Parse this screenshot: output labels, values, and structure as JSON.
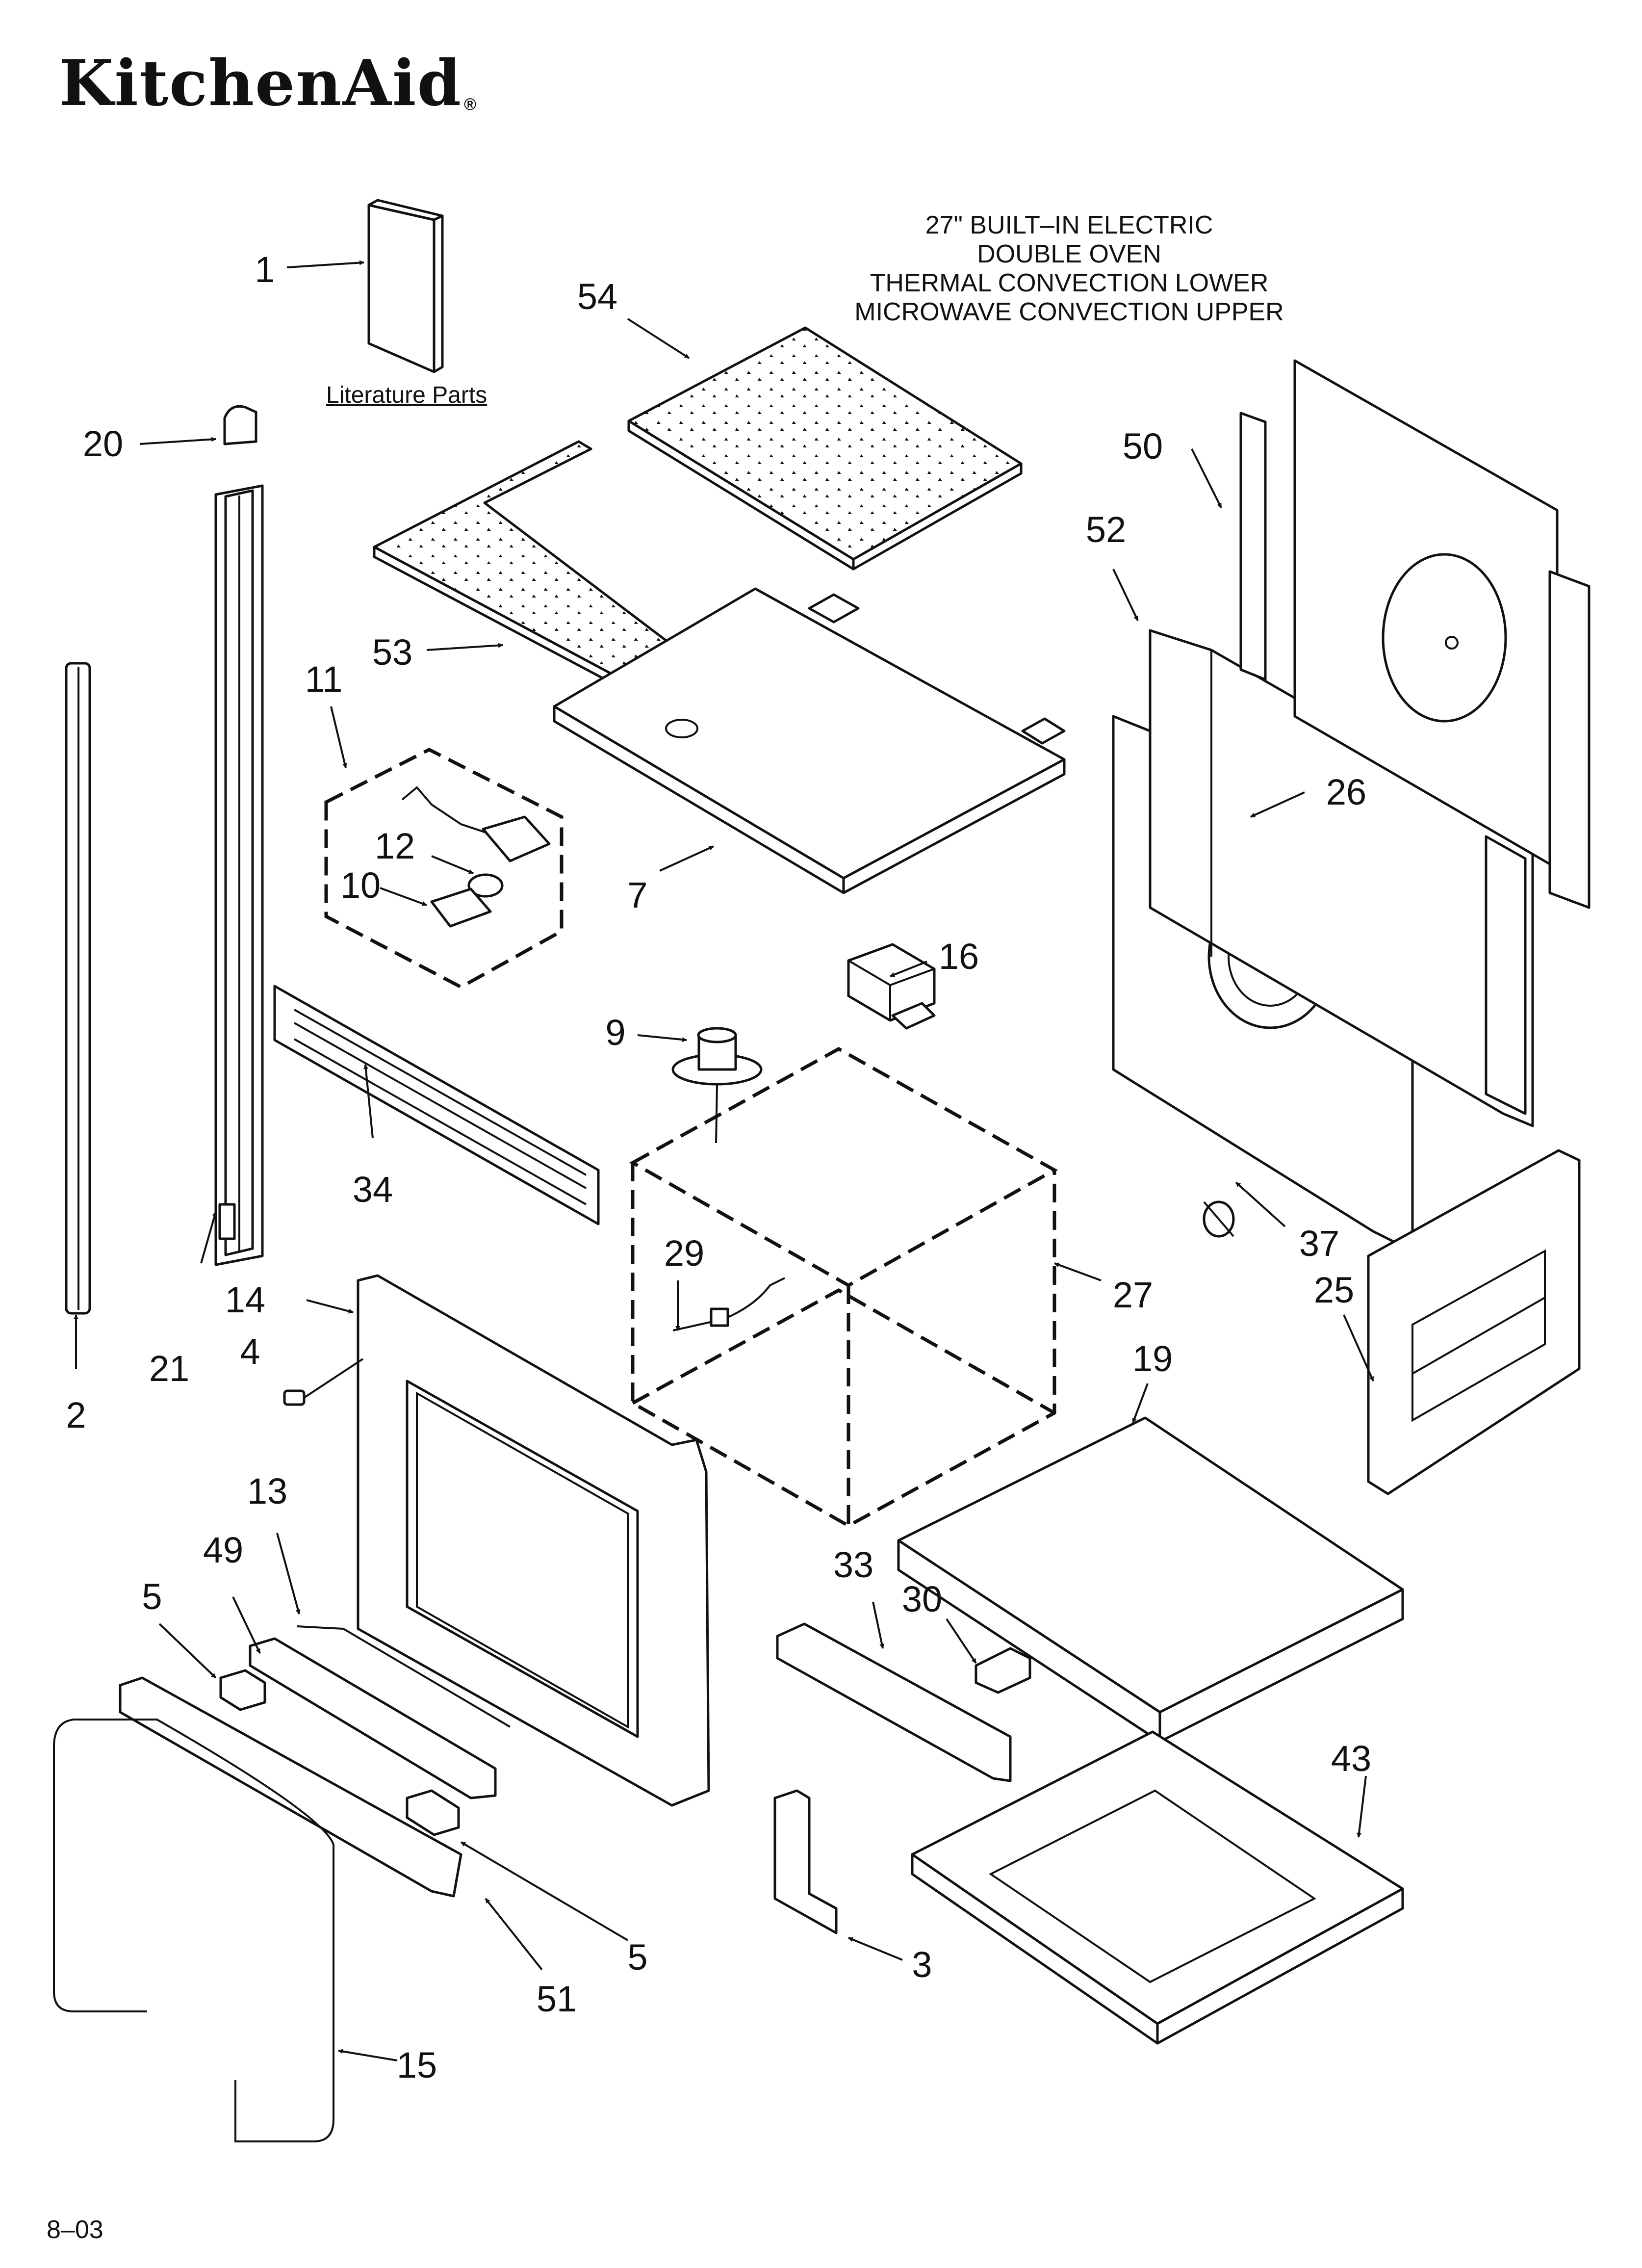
{
  "header": {
    "brand": "KitchenAid",
    "registered_mark": "®"
  },
  "title_lines": [
    "27\" BUILT–IN ELECTRIC",
    "DOUBLE OVEN",
    "THERMAL CONVECTION LOWER",
    "MICROWAVE CONVECTION UPPER"
  ],
  "literature_label": "Literature Parts",
  "callouts": {
    "c1": "1",
    "c2": "2",
    "c3": "3",
    "c4": "4",
    "c5a": "5",
    "c5b": "5",
    "c7": "7",
    "c9": "9",
    "c10": "10",
    "c11": "11",
    "c12": "12",
    "c13": "13",
    "c14": "14",
    "c15": "15",
    "c16": "16",
    "c19": "19",
    "c20": "20",
    "c21": "21",
    "c25": "25",
    "c26": "26",
    "c27": "27",
    "c29": "29",
    "c30": "30",
    "c33": "33",
    "c34": "34",
    "c37": "37",
    "c43": "43",
    "c49": "49",
    "c50": "50",
    "c51": "51",
    "c52": "52",
    "c53": "53",
    "c54": "54"
  },
  "footer_code": "8–03"
}
